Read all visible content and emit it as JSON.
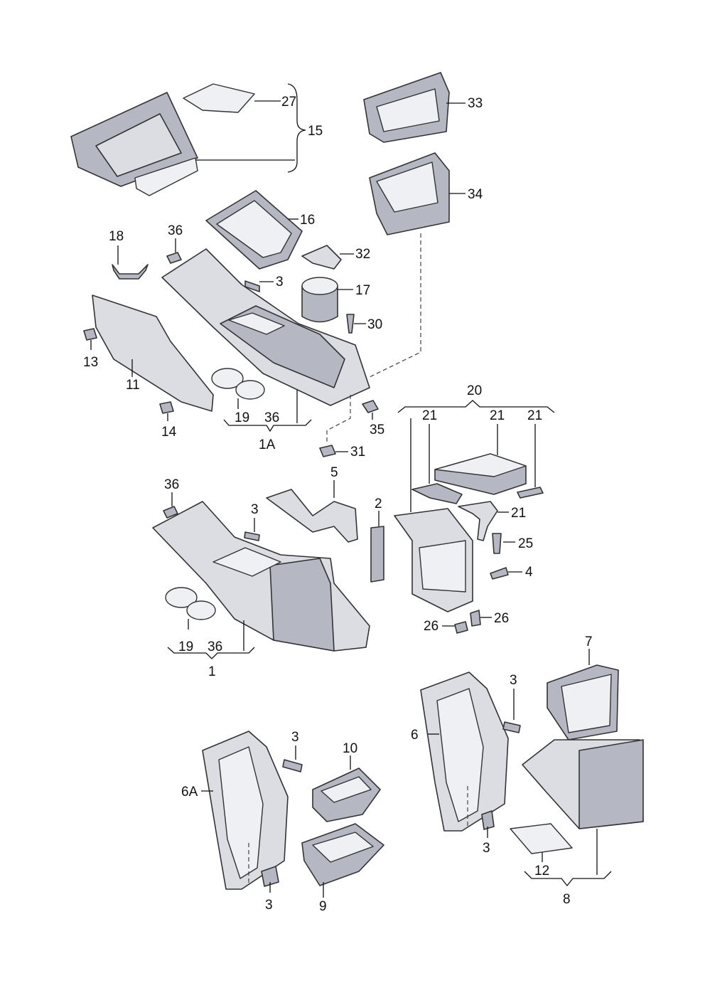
{
  "labels": {
    "l27": "27",
    "l15": "15",
    "l33": "33",
    "l34": "34",
    "l16": "16",
    "l18": "18",
    "l36a": "36",
    "l3a": "3",
    "l32": "32",
    "l17": "17",
    "l30": "30",
    "l13": "13",
    "l11": "11",
    "l19a": "19",
    "l36b": "36",
    "l1A": "1A",
    "l14": "14",
    "l35": "35",
    "l31": "31",
    "l20": "20",
    "l21a": "21",
    "l21b": "21",
    "l21c": "21",
    "l21d": "21",
    "l25": "25",
    "l4": "4",
    "l26a": "26",
    "l26b": "26",
    "l36c": "36",
    "l3b": "3",
    "l5": "5",
    "l2": "2",
    "l19b": "19",
    "l36d": "36",
    "l1": "1",
    "l7": "7",
    "l3c": "3",
    "l6": "6",
    "l3d": "3",
    "l8": "8",
    "l12": "12",
    "l3e": "3",
    "l10": "10",
    "l6A": "6A",
    "l3f": "3",
    "l9": "9"
  }
}
